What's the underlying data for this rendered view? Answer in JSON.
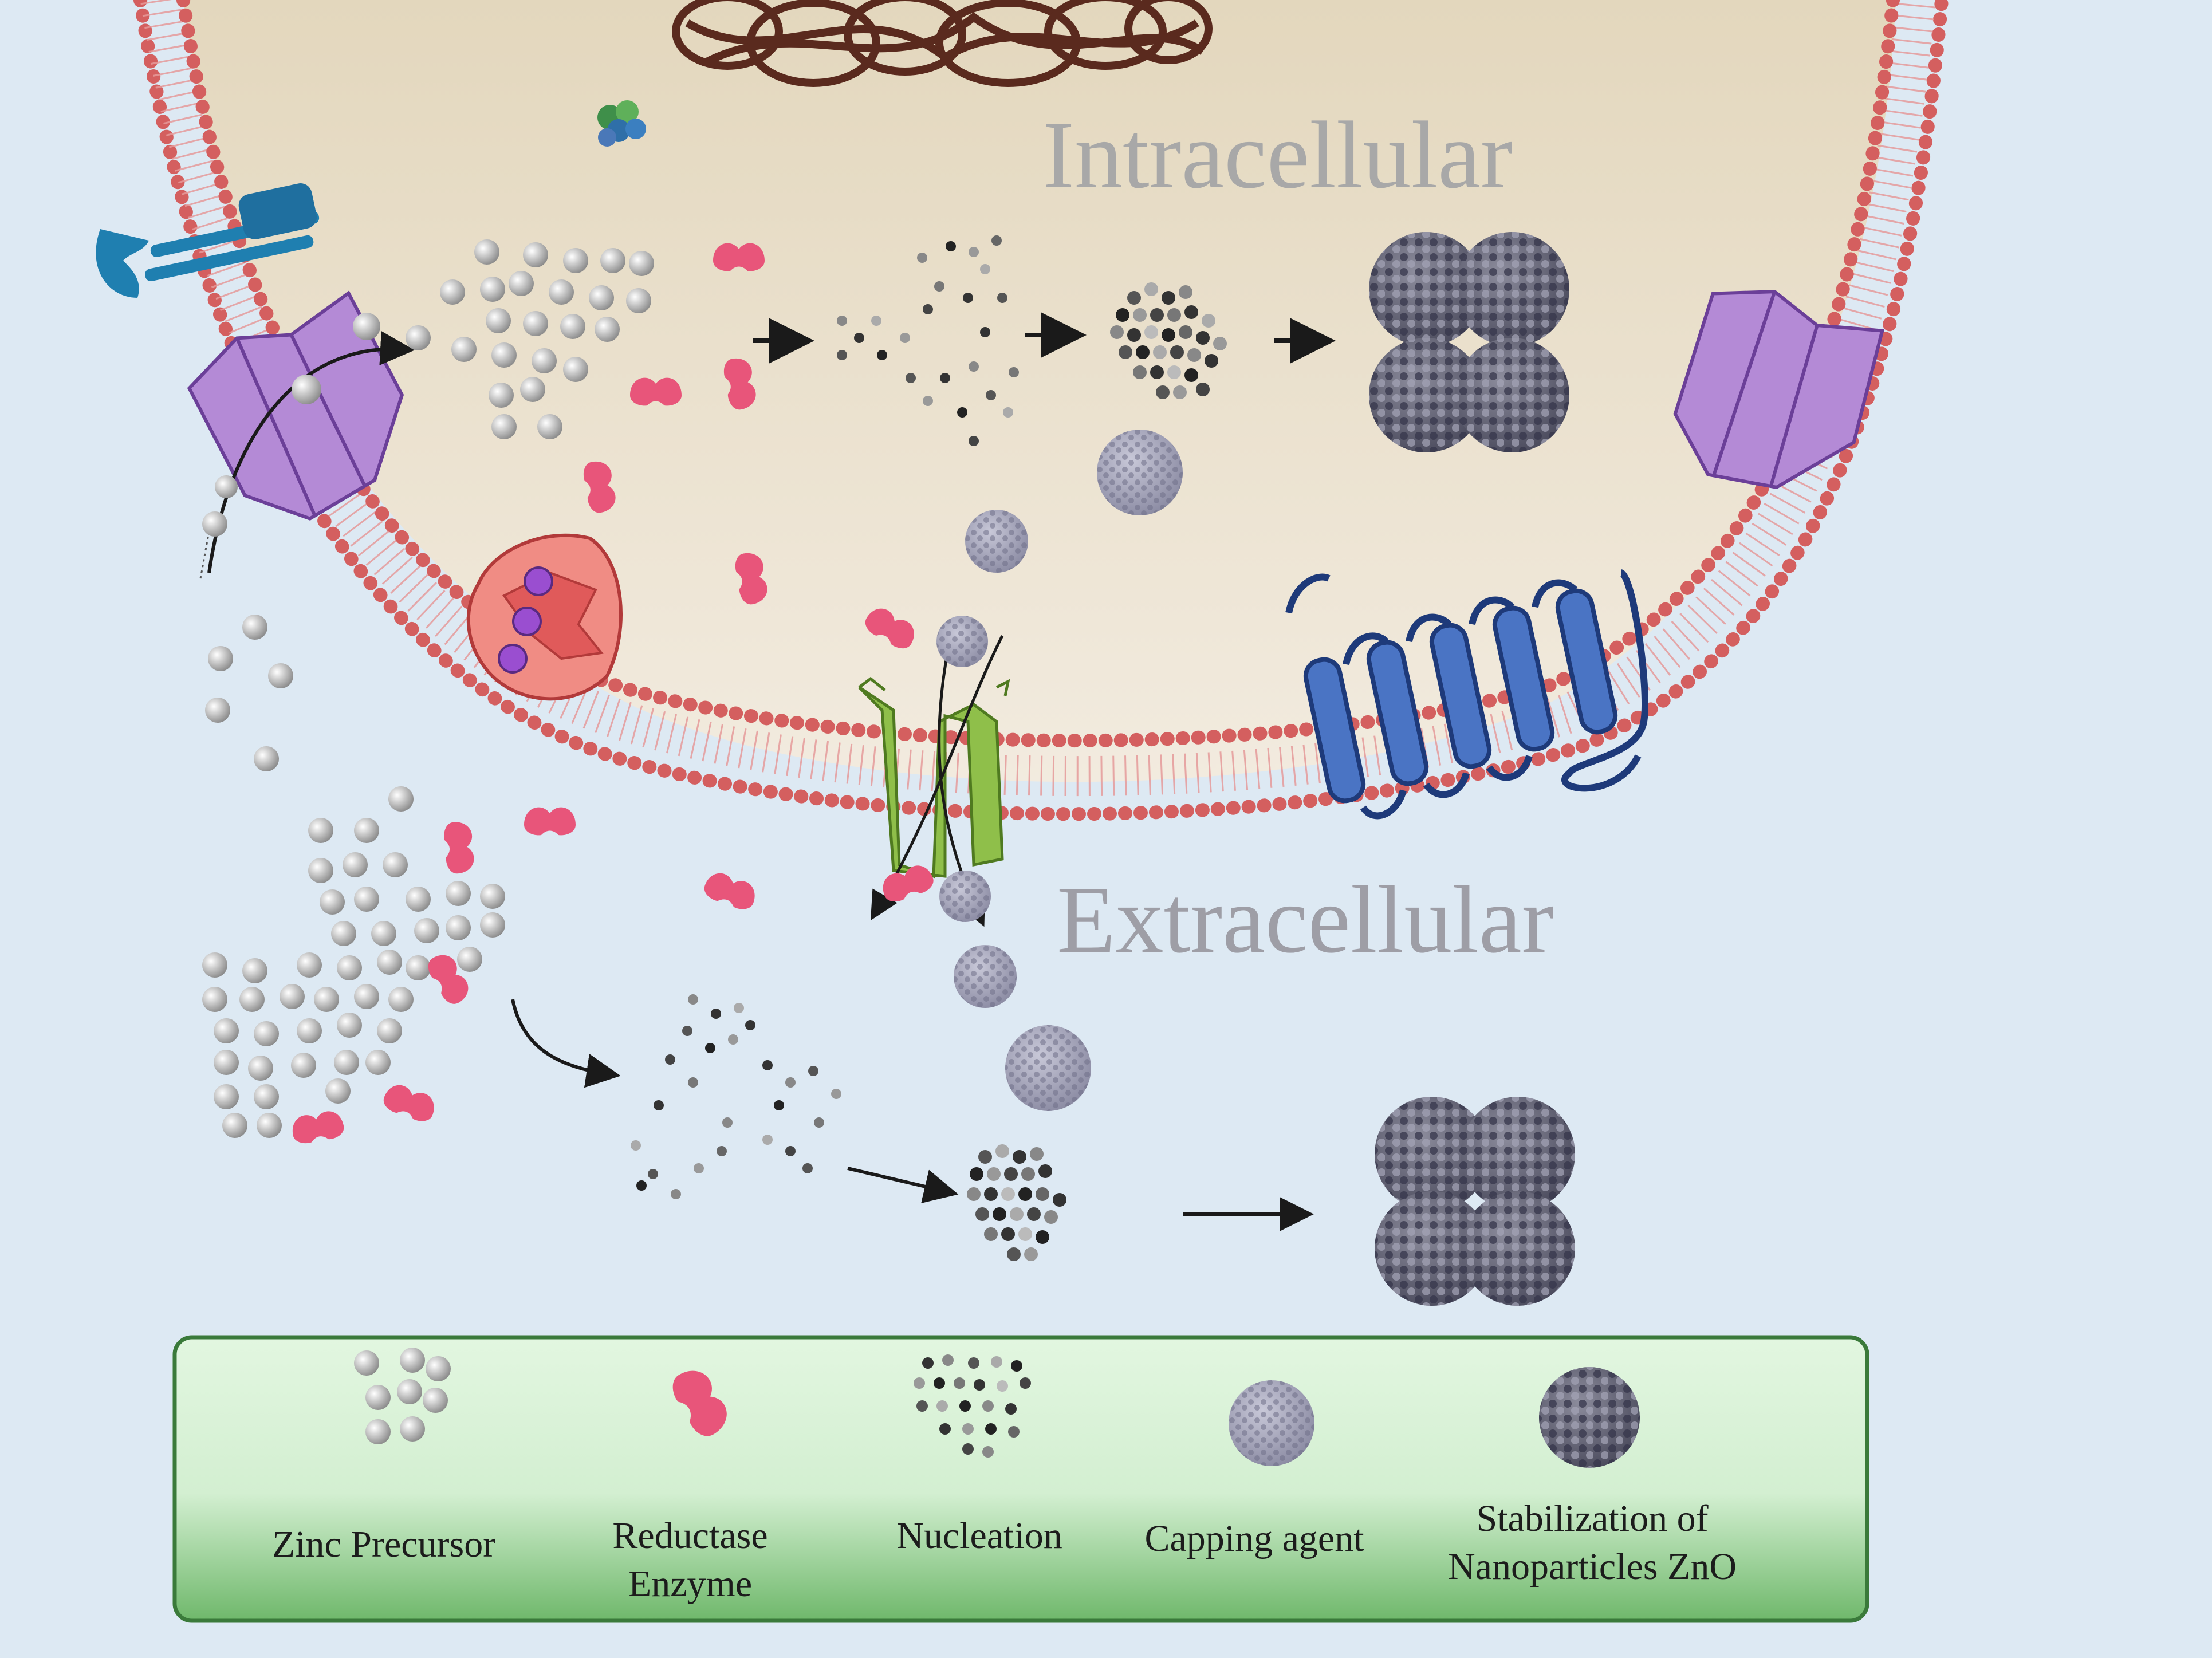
{
  "diagram": {
    "intracellular_label": "Intracellular",
    "extracellular_label": "Extracellular"
  },
  "legend": {
    "items": [
      {
        "label": "Zinc Precursor",
        "icon": "zinc-precursor-cluster"
      },
      {
        "label": "Reductase\nEnzyme",
        "icon": "reductase-enzyme"
      },
      {
        "label": "Nucleation",
        "icon": "nucleation-cluster"
      },
      {
        "label": "Capping agent",
        "icon": "capping-agent-sphere"
      },
      {
        "label": "Stabilization of\nNanoparticles ZnO",
        "icon": "zno-nanoparticle"
      }
    ]
  },
  "colors": {
    "background": "#dde9f3",
    "cytoplasm": "#ece3cf",
    "membrane_head": "#d96a6a",
    "enzyme": "#e8557a",
    "channel_purple": "#b98ad9",
    "channel_green": "#8fbf4a",
    "receptor_blue": "#4a74c4",
    "legend_box": "#c8ebc6"
  }
}
